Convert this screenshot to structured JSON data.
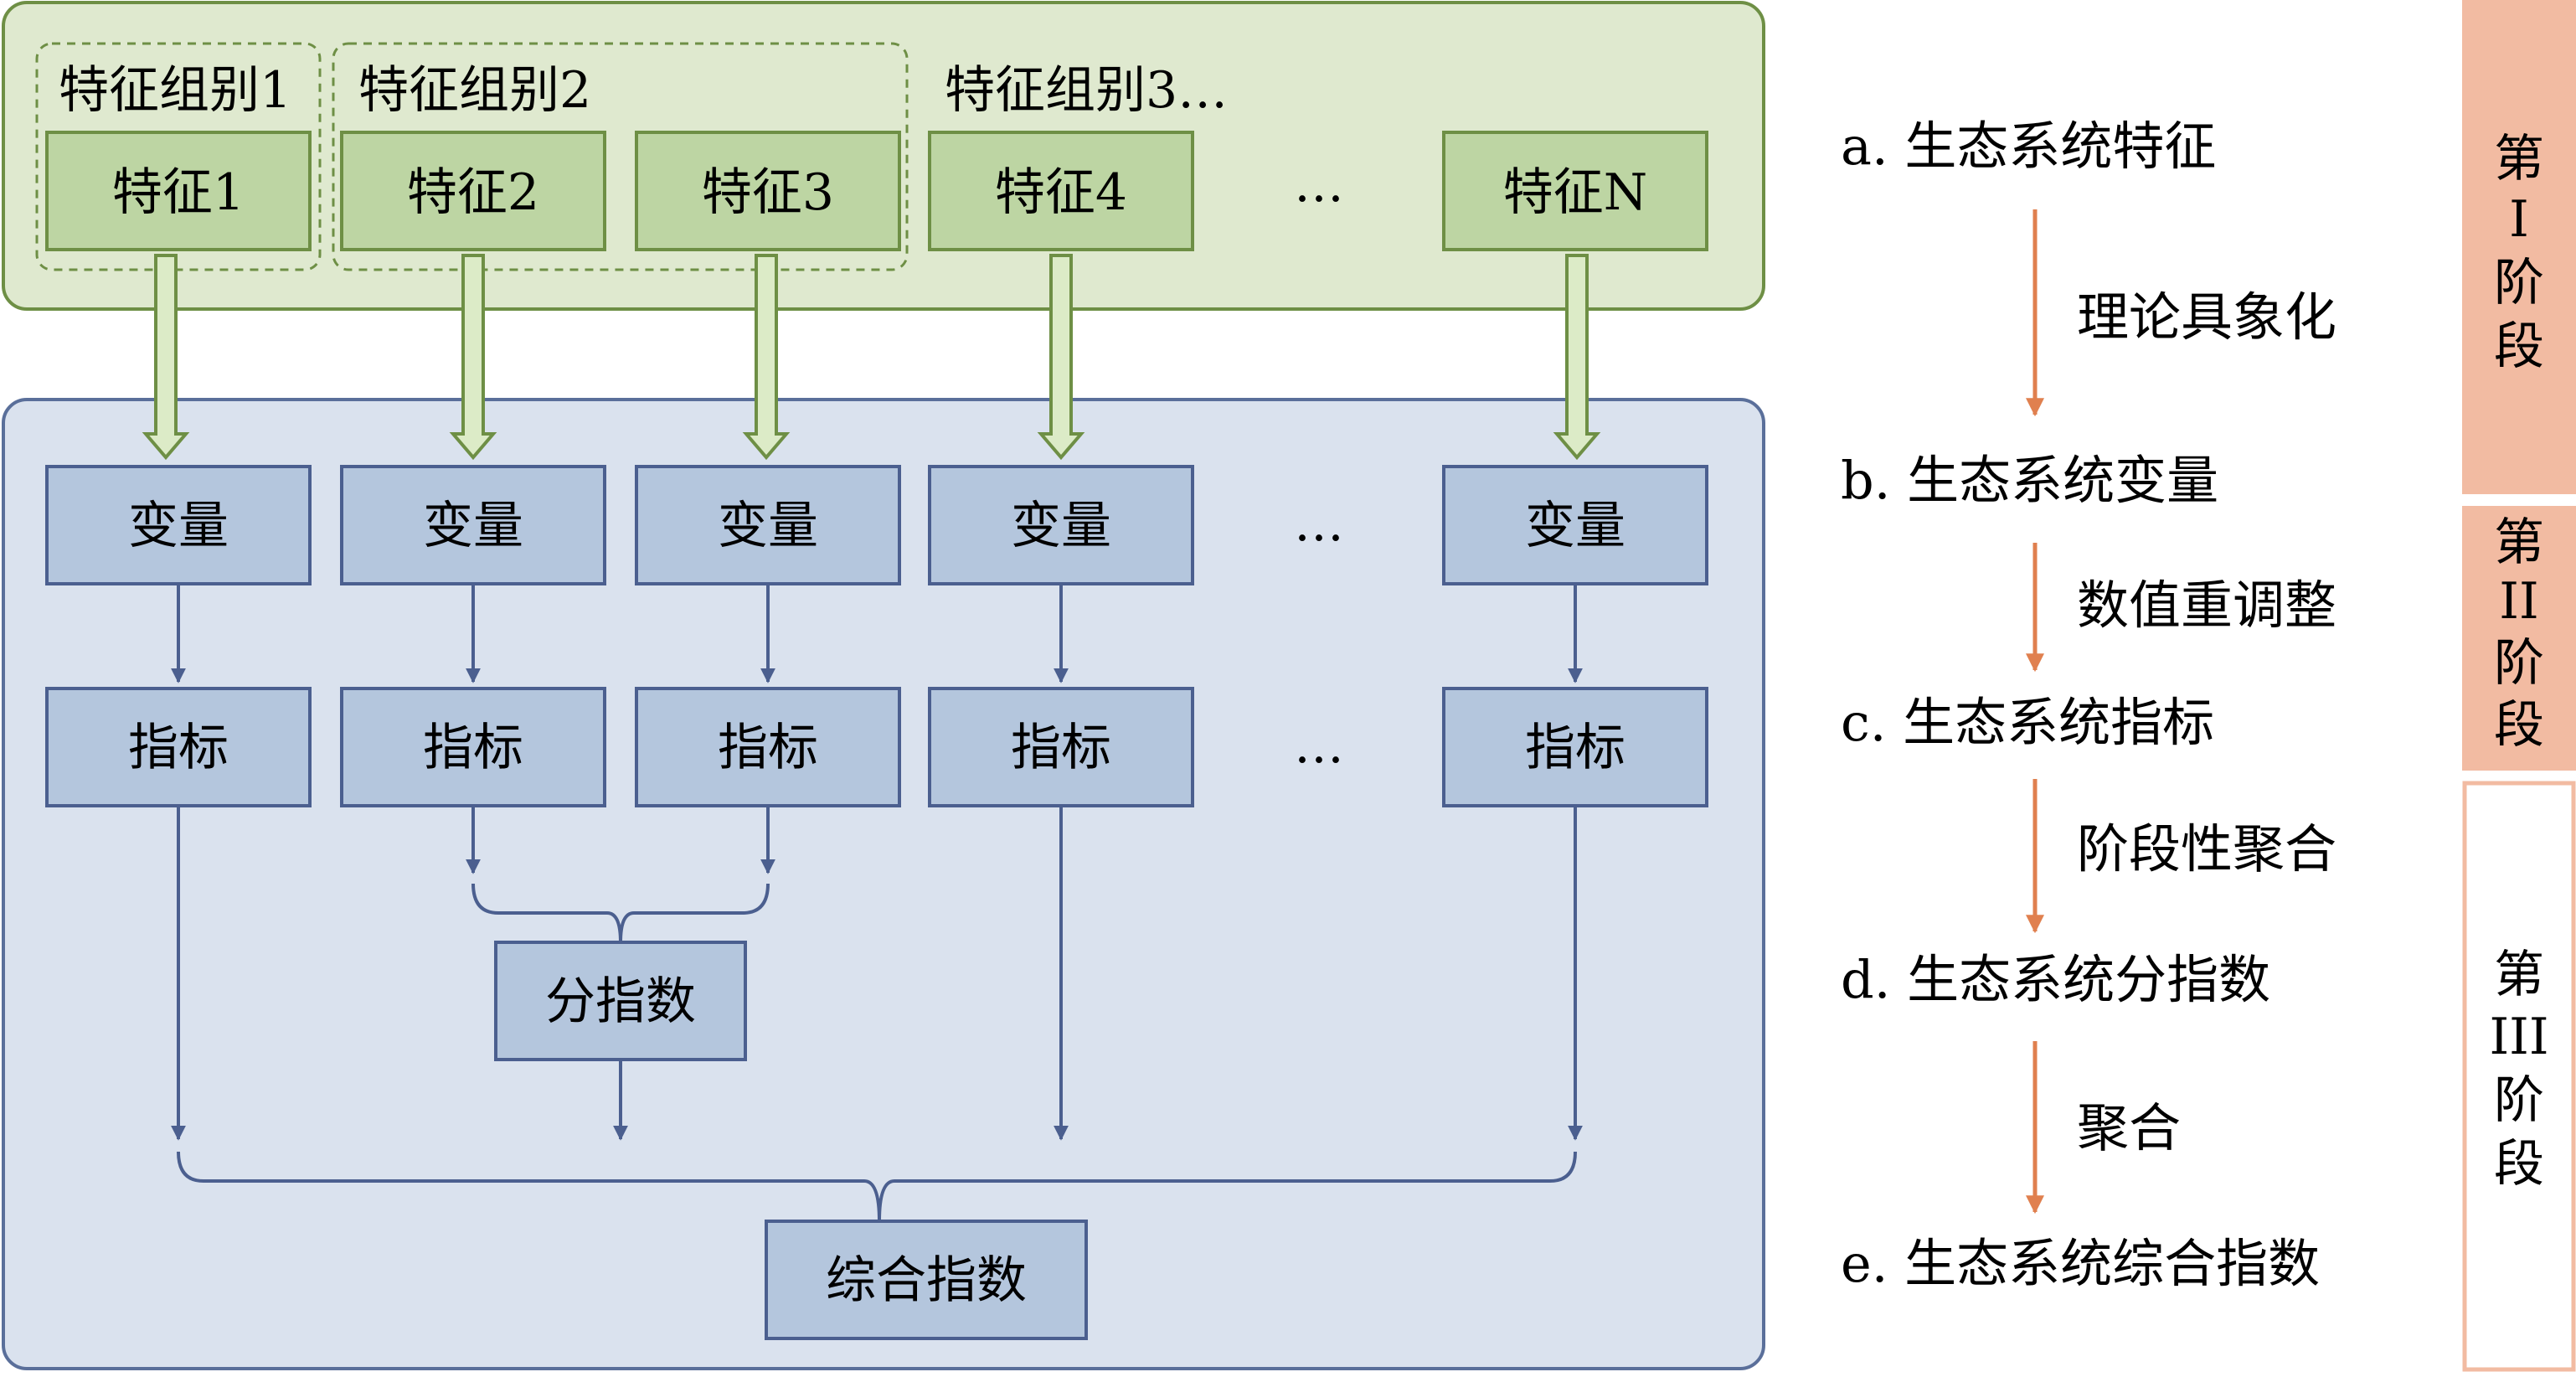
{
  "feature_groups": [
    "特征组别1",
    "特征组别2",
    "特征组别3…"
  ],
  "features": [
    "特征1",
    "特征2",
    "特征3",
    "特征4",
    "特征N"
  ],
  "ellipsis": "…",
  "variable_label": "变量",
  "indicator_label": "指标",
  "sub_index_label": "分指数",
  "composite_index_label": "综合指数",
  "steps": [
    "a. 生态系统特征",
    "b. 生态系统变量",
    "c. 生态系统指标",
    "d. 生态系统分指数",
    "e. 生态系统综合指数"
  ],
  "processes": [
    "理论具象化",
    "数值重调整",
    "阶段性聚合",
    "聚合"
  ],
  "stages": [
    {
      "lines": [
        "第",
        "I",
        "阶",
        "段"
      ],
      "color": "#f2bba2",
      "filled": true
    },
    {
      "lines": [
        "第",
        "II",
        "阶",
        "段"
      ],
      "color": "#f2bba2",
      "filled": true
    },
    {
      "lines": [
        "第",
        "III",
        "阶",
        "段"
      ],
      "color": "#f2bba2",
      "filled": false
    }
  ],
  "colors": {
    "feature_panel_fill": "#dfe9cf",
    "feature_panel_stroke": "#6e8f45",
    "feature_box_fill": "#bdd5a3",
    "index_panel_fill": "#dae2ee",
    "index_panel_stroke": "#5a6f9a",
    "index_box_fill": "#b4c6dd",
    "index_arrow": "#4b5f8f",
    "step_arrow": "#e0804f",
    "stage_fill": "#f2bba2"
  }
}
